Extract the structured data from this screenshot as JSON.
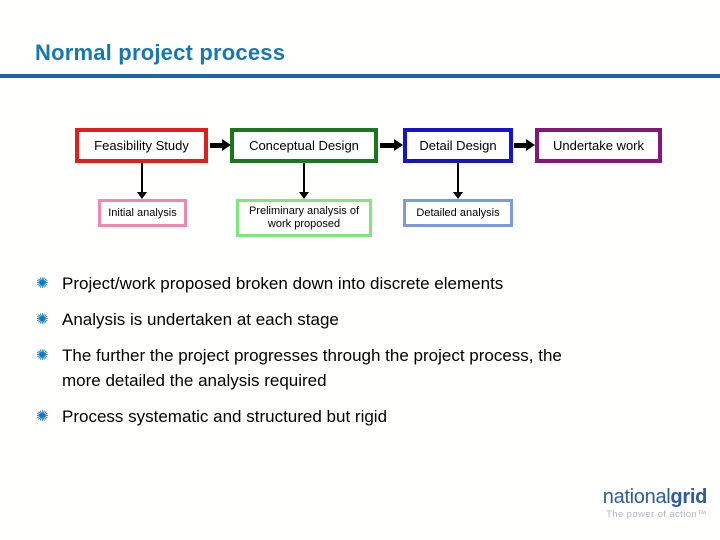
{
  "slide": {
    "title": "Normal project process"
  },
  "flowchart": {
    "stages": [
      {
        "label": "Feasibility Study",
        "border": "#e51c1c"
      },
      {
        "label": "Conceptual Design",
        "border": "#197819"
      },
      {
        "label": "Detail Design",
        "border": "#1513cc"
      },
      {
        "label": "Undertake work",
        "border": "#87157f"
      }
    ],
    "analyses": [
      {
        "label": "Initial analysis",
        "border": "#f087ae"
      },
      {
        "label": "Preliminary analysis of work proposed",
        "border": "#7ee67e"
      },
      {
        "label": "Detailed analysis",
        "border": "#7d9adf"
      }
    ],
    "arrow_color": "#000000"
  },
  "bullets": {
    "glyph": "✺",
    "color": "#1878b4",
    "items": [
      "Project/work proposed broken down into discrete elements",
      "Analysis is undertaken at each stage",
      "The further the project progresses through the project process, the\nmore detailed the analysis required",
      "Process systematic and structured but rigid"
    ]
  },
  "logo": {
    "brand_light": "national",
    "brand_bold": "grid",
    "tagline": "The power of action™",
    "brand_color": "#2c5aa4"
  },
  "colors": {
    "title": "#1777b4",
    "rule": "#1f66a5"
  }
}
